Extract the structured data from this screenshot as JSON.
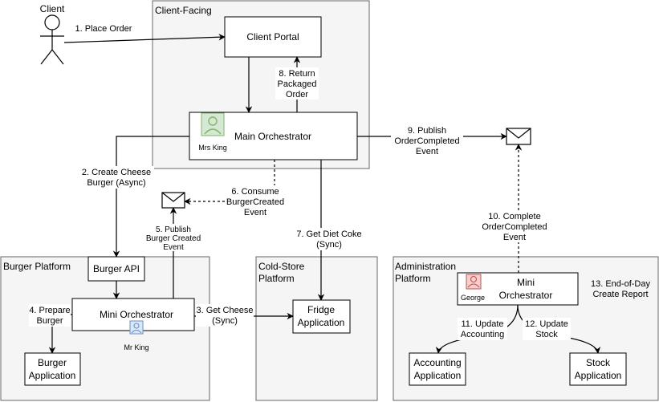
{
  "groups": {
    "client_facing": "Client-Facing",
    "burger_platform": "Burger Platform",
    "cold_store_1": "Cold-Store",
    "cold_store_2": "Platform",
    "admin_1": "Administration",
    "admin_2": "Platform"
  },
  "actors": {
    "client": "Client",
    "mrs_king": "Mrs King",
    "mr_king": "Mr King",
    "george": "George"
  },
  "nodes": {
    "client_portal": "Client Portal",
    "main_orchestrator": "Main Orchestrator",
    "burger_api": "Burger API",
    "mini_orch_burger": "Mini Orchestrator",
    "burger_app_1": "Burger",
    "burger_app_2": "Application",
    "fridge_app_1": "Fridge",
    "fridge_app_2": "Application",
    "mini_orch_admin_1": "Mini",
    "mini_orch_admin_2": "Orchestrator",
    "accounting_app_1": "Accounting",
    "accounting_app_2": "Application",
    "stock_app_1": "Stock",
    "stock_app_2": "Application"
  },
  "labels": {
    "l1": "1. Place Order",
    "l2_1": "2. Create Cheese",
    "l2_2": "Burger (Async)",
    "l3_1": "3. Get Cheese",
    "l3_2": "(Sync)",
    "l4_1": "4. Prepare",
    "l4_2": "Burger",
    "l5_1": "5. Publish",
    "l5_2": "Burger Created",
    "l5_3": "Event",
    "l6_1": "6. Consume",
    "l6_2": "BurgerCreated",
    "l6_3": "Event",
    "l7_1": "7. Get Diet Coke",
    "l7_2": "(Sync)",
    "l8_1": "8. Return",
    "l8_2": "Packaged",
    "l8_3": "Order",
    "l9_1": "9. Publish",
    "l9_2": "OrderCompleted",
    "l9_3": "Event",
    "l10_1": "10. Complete",
    "l10_2": "OrderCompleted",
    "l10_3": "Event",
    "l11_1": "11. Update",
    "l11_2": "Accounting",
    "l12_1": "12. Update",
    "l12_2": "Stock",
    "l13_1": "13. End-of-Day",
    "l13_2": "Create Report"
  },
  "icons": {
    "user_green": "user-icon-green",
    "user_blue": "user-icon-blue",
    "user_red": "user-icon-red",
    "envelope": "envelope-icon",
    "stick_figure": "stick-figure-icon"
  },
  "colors": {
    "group_fill": "#f5f5f5",
    "group_stroke": "#666666",
    "green_user_fill": "#d5e8d4",
    "green_user_stroke": "#82b366",
    "blue_user_fill": "#dae8fc",
    "blue_user_stroke": "#6c8ebf",
    "red_user_fill": "#f8cecc",
    "red_user_stroke": "#b85450"
  }
}
